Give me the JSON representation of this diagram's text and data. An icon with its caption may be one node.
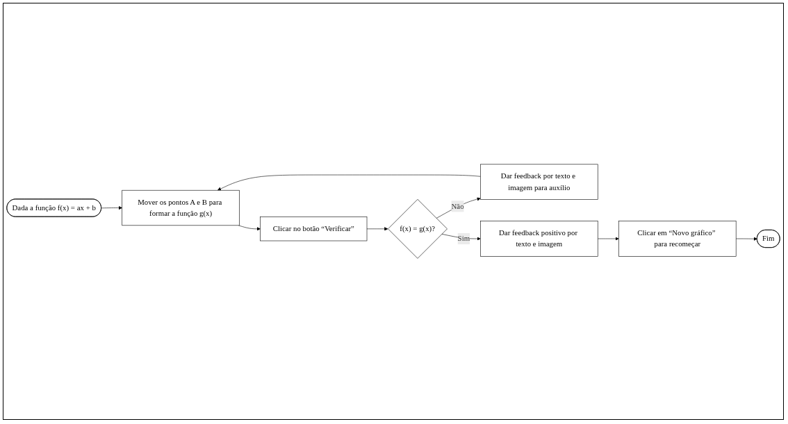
{
  "diagram": {
    "nodes": [
      {
        "text": [
          "Dada a função f(x) = ax + b"
        ]
      },
      {
        "text": [
          "Mover os pontos A e B para formar a função g(x)"
        ]
      },
      {
        "text": [
          "Clicar no botão “Verificar”"
        ]
      },
      {
        "text": [
          "f(x) = g(x)?"
        ]
      },
      {
        "text": [
          "Dar feedback por texto e imagem para auxílio"
        ]
      },
      {
        "text": [
          "Dar feedback positivo por texto e imagem"
        ]
      },
      {
        "text": [
          "Clicar em “Novo gráfico” para recomeçar"
        ]
      },
      {
        "text": [
          "Fim"
        ]
      }
    ],
    "edges": [
      {
        "from": 0,
        "to": 1,
        "arrow": "to"
      },
      {
        "from": 1,
        "to": 2,
        "arrow": "to"
      },
      {
        "from": 2,
        "to": 3,
        "arrow": "to"
      },
      {
        "from": 3,
        "to": 4,
        "arrow": "to",
        "label": "Não"
      },
      {
        "from": 4,
        "to": 1,
        "arrow": "to"
      },
      {
        "from": 3,
        "to": 5,
        "arrow": "to",
        "label": "Sim"
      },
      {
        "from": 5,
        "to": 6,
        "arrow": "to"
      },
      {
        "from": 6,
        "to": 7,
        "arrow": "to"
      }
    ]
  }
}
